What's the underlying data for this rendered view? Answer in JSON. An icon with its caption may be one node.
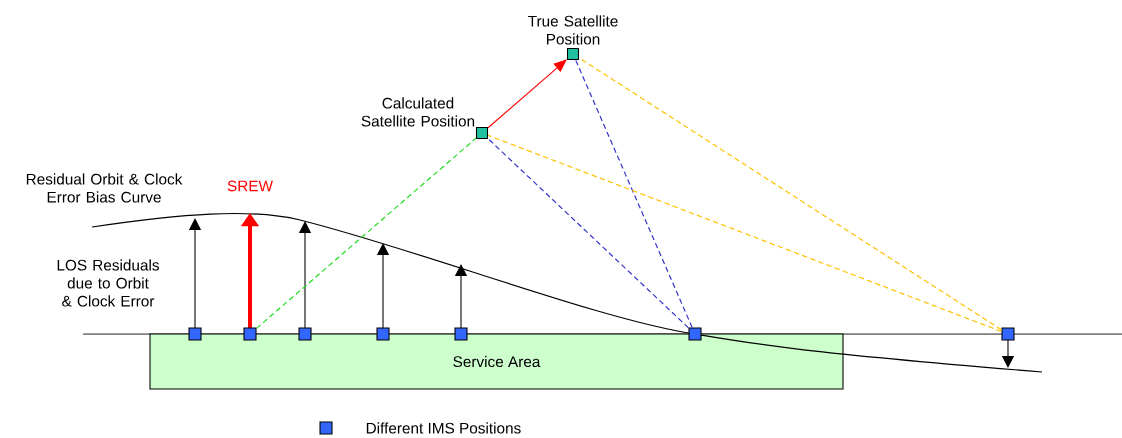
{
  "diagram": {
    "nodes": [
      {
        "text": [
          "True Satellite Position"
        ]
      },
      {
        "text": [
          "Calculated Satellite Position"
        ]
      },
      {
        "text": [],
        "shape": "box"
      },
      {
        "text": [],
        "shape": "box"
      },
      {
        "text": [],
        "shape": "box"
      },
      {
        "text": [],
        "shape": "box"
      },
      {
        "text": [],
        "shape": "box"
      },
      {
        "text": [],
        "shape": "box"
      },
      {
        "text": [],
        "shape": "box"
      },
      {
        "text": [
          "Service Area"
        ]
      }
    ],
    "edges": [
      {
        "from": 1,
        "to": 0,
        "arrow": "to",
        "color": "#ff0000"
      },
      {
        "from": 3,
        "to": 1,
        "arrow": "none",
        "style": "dashed",
        "color": "#22dd22"
      },
      {
        "from": 7,
        "to": 1,
        "arrow": "none",
        "style": "dashed",
        "color": "#3333cc"
      },
      {
        "from": 7,
        "to": 0,
        "arrow": "none",
        "style": "dashed",
        "color": "#3333cc"
      },
      {
        "from": 8,
        "to": 1,
        "arrow": "none",
        "style": "dashed",
        "color": "#ffc000"
      },
      {
        "from": 8,
        "to": 0,
        "arrow": "none",
        "style": "dashed",
        "color": "#ffc000"
      }
    ],
    "labels": [
      "Residual Orbit & Clock Error Bias Curve",
      "SREW",
      "LOS Residuals due to Orbit & Clock Error"
    ],
    "legend": [
      {
        "text": "Different IMS Positions",
        "color": "#3366ff"
      }
    ]
  }
}
